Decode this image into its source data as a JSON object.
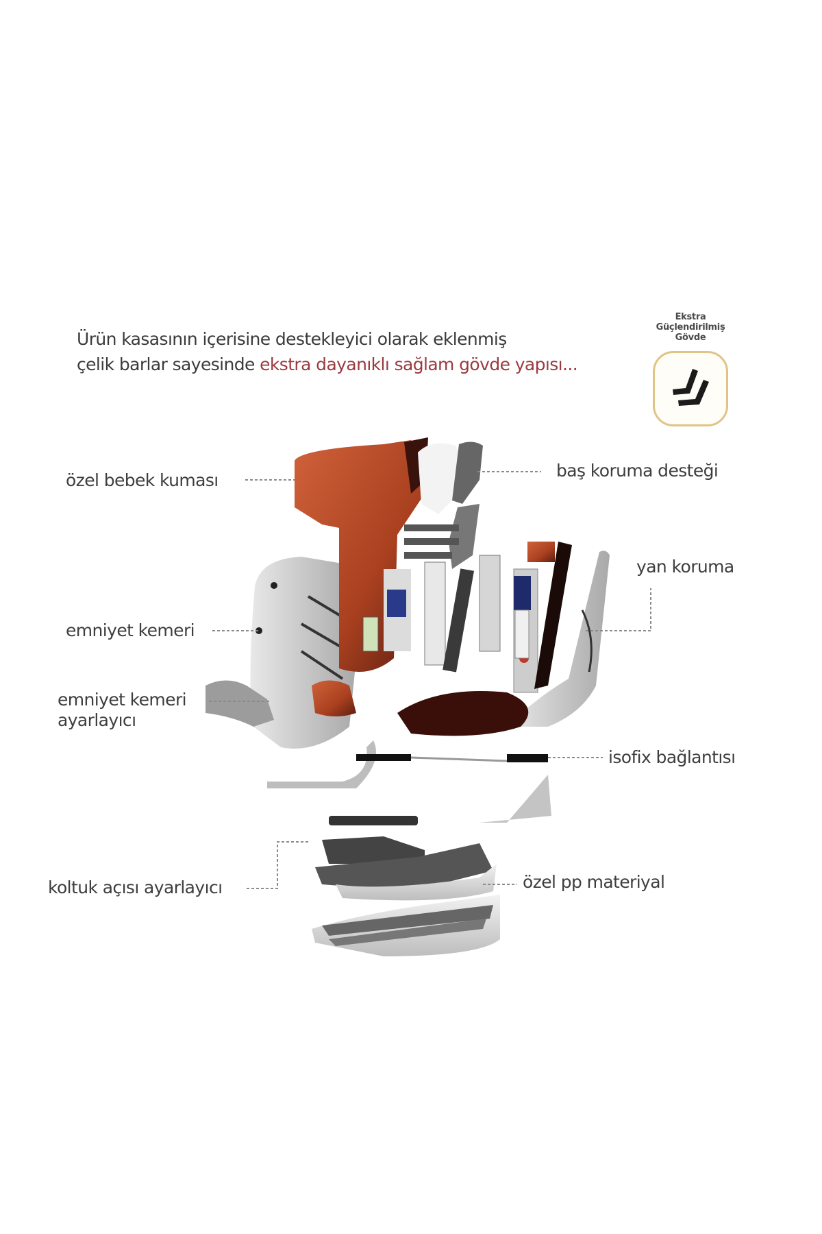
{
  "headline": {
    "line1": "Ürün kasasının içerisine destekleyici olarak eklenmiş",
    "line2_prefix": "çelik barlar sayesinde ",
    "line2_accent": "ekstra dayanıklı sağlam gövde yapısı..."
  },
  "badge": {
    "line1": "Ekstra",
    "line2": "Güçlendirilmiş",
    "line3": "Gövde",
    "icon": "reinforced-seat-icon",
    "border_color": "#e0c486"
  },
  "labels": {
    "fabric": "özel bebek kuması",
    "head_support": "baş koruma desteği",
    "side_protection": "yan koruma",
    "seat_belt": "emniyet kemeri",
    "belt_adjuster_line1": "emniyet kemeri",
    "belt_adjuster_line2": "ayarlayıcı",
    "isofix": "isofix bağlantısı",
    "recline_adjuster": "koltuk açısı ayarlayıcı",
    "pp_material": "özel pp materiyal"
  },
  "colors": {
    "text": "#3e3e3e",
    "accent_text": "#9b3a3f",
    "fabric": "#b5482a",
    "fabric_dark": "#5a1f14",
    "shell_gray": "#c9c9c9",
    "metal_dark": "#1e1e1e",
    "blue_part": "#1f2a6b"
  }
}
